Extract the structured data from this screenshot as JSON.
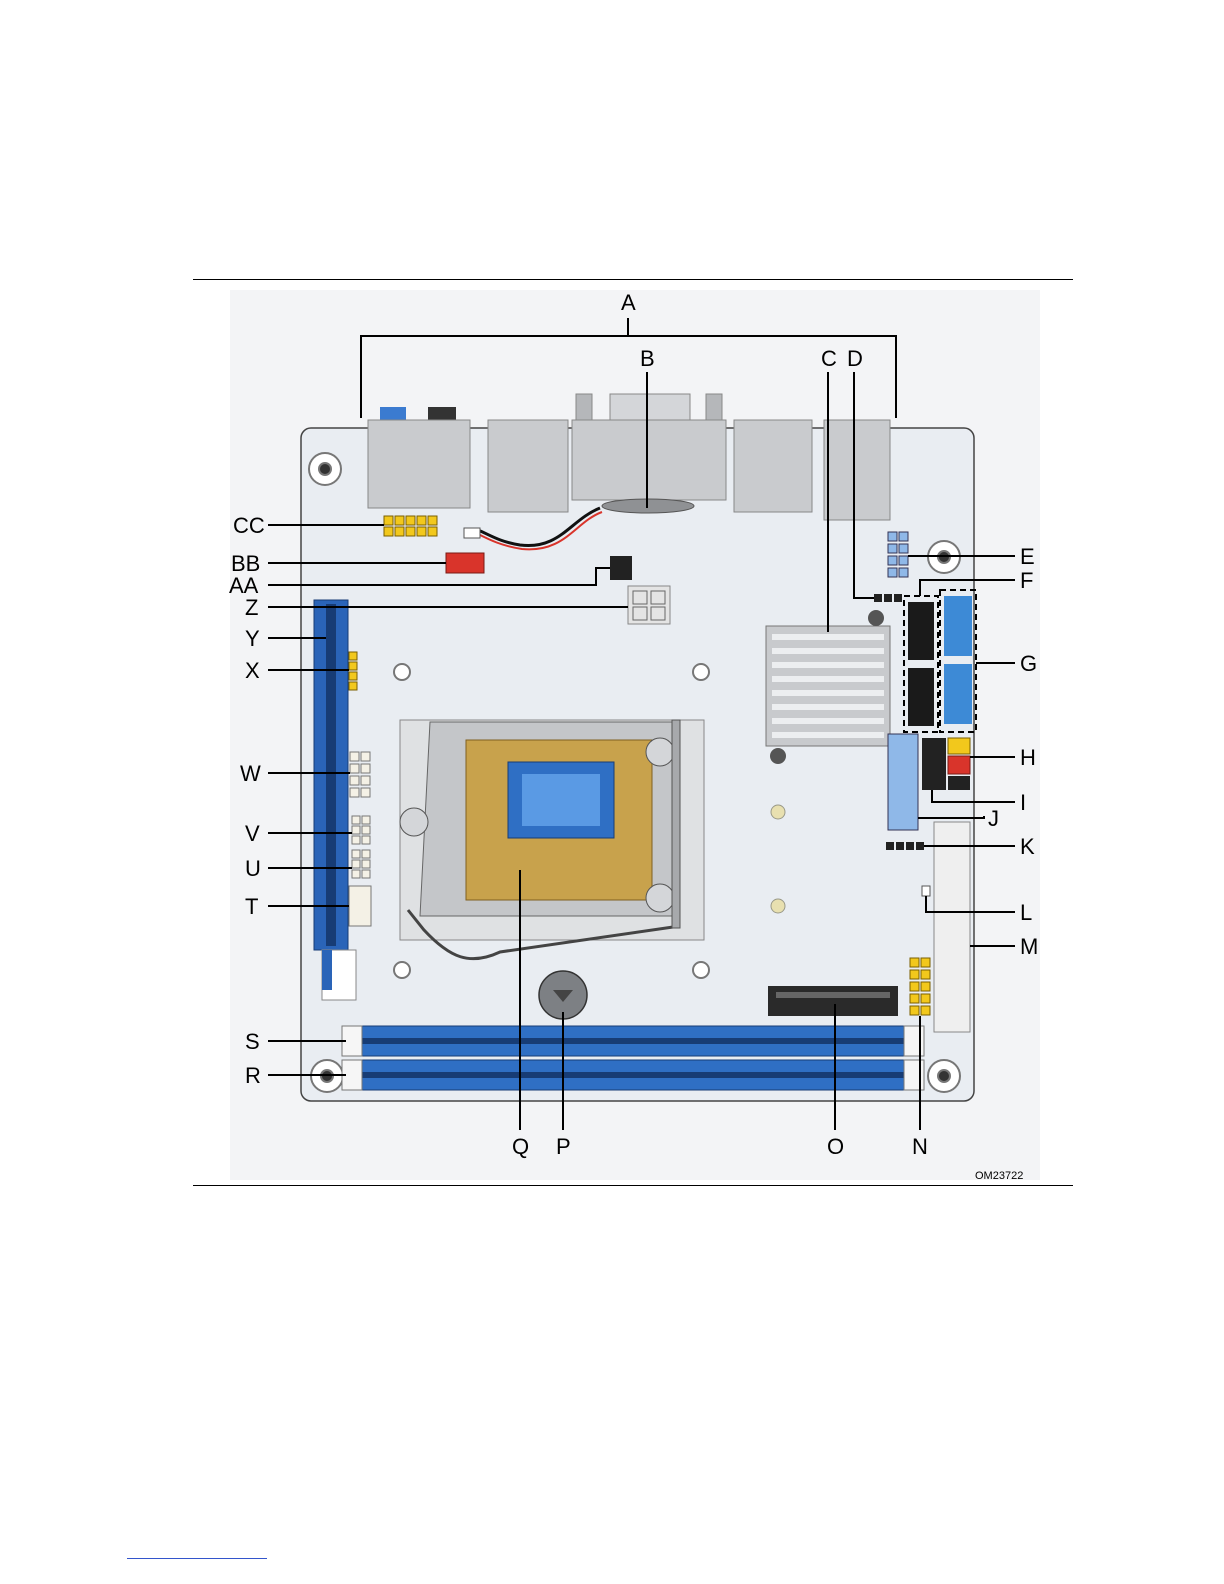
{
  "figure": {
    "code": "OM23722",
    "labels": {
      "A": "A",
      "B": "B",
      "C": "C",
      "D": "D",
      "E": "E",
      "F": "F",
      "G": "G",
      "H": "H",
      "I": "I",
      "J": "J",
      "K": "K",
      "L": "L",
      "M": "M",
      "N": "N",
      "O": "O",
      "P": "P",
      "Q": "Q",
      "R": "R",
      "S": "S",
      "T": "T",
      "U": "U",
      "V": "V",
      "W": "W",
      "X": "X",
      "Y": "Y",
      "Z": "Z",
      "AA": "AA",
      "BB": "BB",
      "CC": "CC"
    },
    "colors": {
      "board": "#e9edf2",
      "pcie_slot": "#2a64b8",
      "dimm_slot": "#2f6fc4",
      "heatsink": "#c8cacd",
      "header_yellow": "#f2c81c",
      "connector_red": "#d9342b",
      "sata_black": "#1a1a1a",
      "sata_blue": "#3d8ad6",
      "socket_gold": "#c8a24c"
    }
  }
}
